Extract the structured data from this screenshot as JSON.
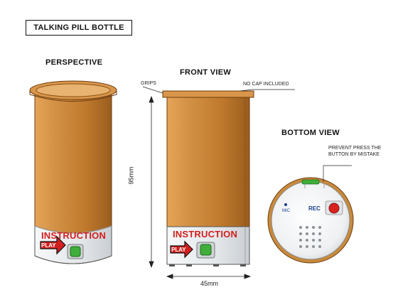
{
  "title": "TALKING PILL BOTTLE",
  "views": {
    "perspective": "PERSPECTIVE",
    "front": "FRONT VIEW",
    "bottom": "BOTTOM VIEW"
  },
  "labels": {
    "instruction": "INSTRUCTION",
    "play": "PLAY",
    "grips": "GRIPS",
    "no_cap": "NO CAP INCLUDED",
    "height": "95mm",
    "width": "45mm",
    "prevent_line1": "PREVENT PRESS THE",
    "prevent_line2": "BUTTON BY MISTAKE",
    "rec": "REC",
    "mic": "MIC"
  },
  "colors": {
    "bottle": "#c88434",
    "bottle_dark": "#9a5d1f",
    "label": "#e7ebee",
    "instruction_red": "#d21f1f",
    "button_green": "#3fae3a",
    "rec_red": "#d9231f",
    "rec_blue": "#1a3e8c"
  }
}
